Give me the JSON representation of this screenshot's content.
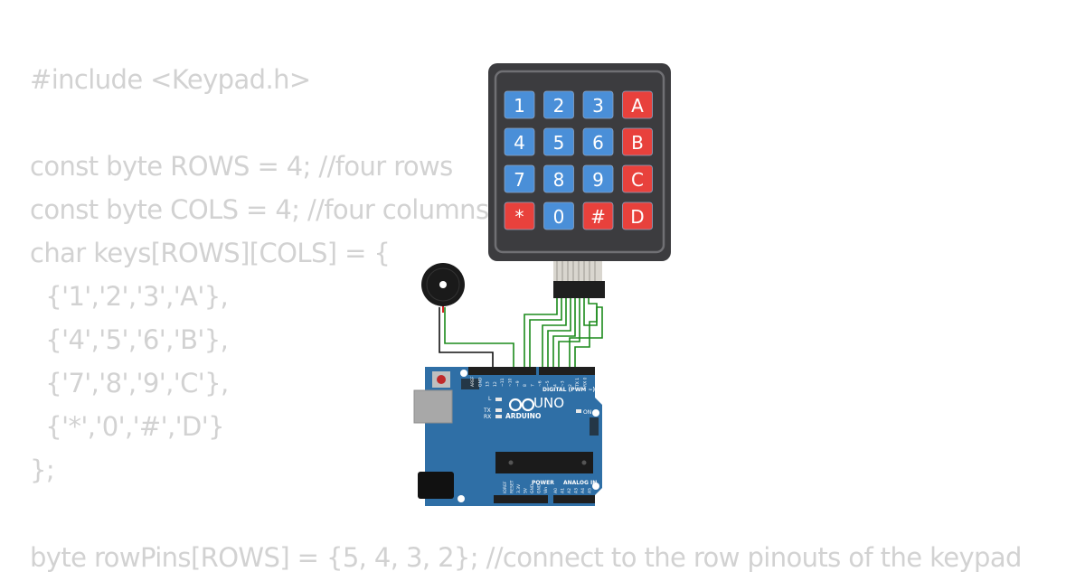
{
  "code_lines": [
    "#include <Keypad.h>",
    "",
    "const byte ROWS = 4; //four rows",
    "const byte COLS = 4; //four columns",
    "char keys[ROWS][COLS] = {",
    "  {'1','2','3','A'},",
    "  {'4','5','6','B'},",
    "  {'7','8','9','C'},",
    "  {'*','0','#','D'}",
    "};",
    "byte rowPins[ROWS] = {5, 4, 3, 2}; //connect to the row pinouts of the keypad"
  ],
  "keypad": {
    "keys": [
      [
        "1",
        "2",
        "3",
        "A"
      ],
      [
        "4",
        "5",
        "6",
        "B"
      ],
      [
        "7",
        "8",
        "9",
        "C"
      ],
      [
        "*",
        "0",
        "#",
        "D"
      ]
    ],
    "colors": {
      "number": "#4a8fd8",
      "special": "#e8413c",
      "body": "#3c3c3f",
      "frame": "#707074"
    }
  },
  "arduino": {
    "logo": "ARDUINO",
    "model": "UNO",
    "digital_label": "DIGITAL (PWM ~)",
    "power_label": "POWER",
    "analog_label": "ANALOG IN",
    "led_labels": [
      "L",
      "TX",
      "RX"
    ],
    "on_label": "ON",
    "header_top_labels": [
      "AREF",
      "GND",
      "13",
      "12",
      "~11",
      "~10",
      "~9",
      "8",
      "7",
      "~6",
      "~5",
      "4",
      "~3",
      "2",
      "TX 1",
      "RX 0"
    ],
    "power_pin_labels": [
      "IOREF",
      "RESET",
      "3.3V",
      "5V",
      "GND",
      "GND",
      "Vin"
    ],
    "analog_pin_labels": [
      "A0",
      "A1",
      "A2",
      "A3",
      "A4",
      "A5"
    ],
    "colors": {
      "board": "#2f6fa6",
      "wire_green": "#1b8a1b",
      "wire_red": "#d42020",
      "wire_black": "#111111"
    }
  },
  "buzzer": {
    "label": "buzzer-icon"
  }
}
